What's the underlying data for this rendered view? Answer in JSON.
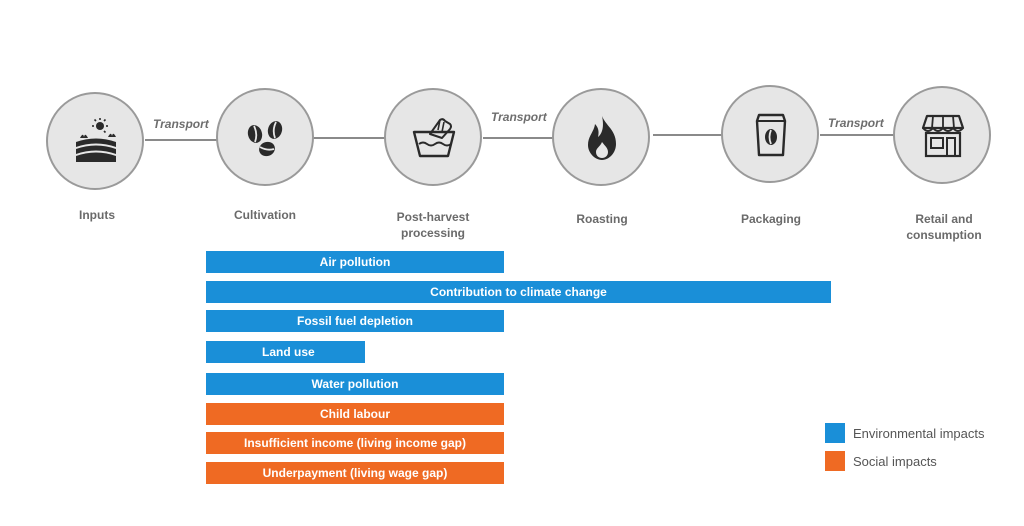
{
  "colors": {
    "environmental": "#1a8fd8",
    "social": "#ef6a23"
  },
  "stages": [
    {
      "label": "Inputs",
      "icon": "farm-field-icon"
    },
    {
      "label": "Cultivation",
      "icon": "coffee-beans-icon"
    },
    {
      "label": "Post-harvest\nprocessing",
      "icon": "washing-basin-icon"
    },
    {
      "label": "Roasting",
      "icon": "flame-icon"
    },
    {
      "label": "Packaging",
      "icon": "coffee-bag-icon"
    },
    {
      "label": "Retail and\nconsumption",
      "icon": "shop-icon"
    }
  ],
  "transport_labels": [
    "Transport",
    "Transport",
    "Transport"
  ],
  "impacts": [
    {
      "label": "Air pollution",
      "category": "environmental",
      "from_stage": 1,
      "to_stage": 2
    },
    {
      "label": "Contribution to climate change",
      "category": "environmental",
      "from_stage": 1,
      "to_stage": 4
    },
    {
      "label": "Fossil fuel depletion",
      "category": "environmental",
      "from_stage": 1,
      "to_stage": 2
    },
    {
      "label": "Land use",
      "category": "environmental",
      "from_stage": 1,
      "to_stage": 1
    },
    {
      "label": "Water pollution",
      "category": "environmental",
      "from_stage": 1,
      "to_stage": 2
    },
    {
      "label": "Child labour",
      "category": "social",
      "from_stage": 1,
      "to_stage": 2
    },
    {
      "label": "Insufficient income (living income gap)",
      "category": "social",
      "from_stage": 1,
      "to_stage": 2
    },
    {
      "label": "Underpayment (living wage gap)",
      "category": "social",
      "from_stage": 1,
      "to_stage": 2
    }
  ],
  "legend": [
    {
      "label": "Environmental impacts",
      "category": "environmental"
    },
    {
      "label": "Social impacts",
      "category": "social"
    }
  ]
}
